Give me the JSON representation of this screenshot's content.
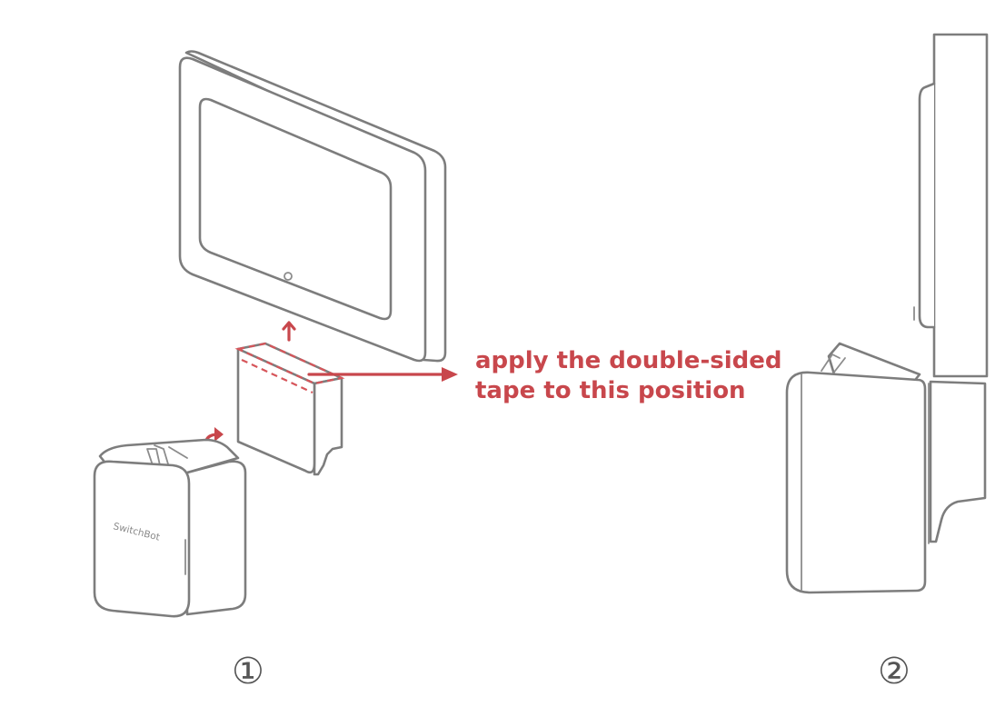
{
  "annotation": {
    "line1": "apply the double-sided",
    "line2": "tape to this position"
  },
  "device_brand": "SwitchBot",
  "steps": {
    "step1": "①",
    "step2": "②"
  },
  "colors": {
    "annotation_red": "#c8474c",
    "line_gray": "#7d7d7d"
  }
}
